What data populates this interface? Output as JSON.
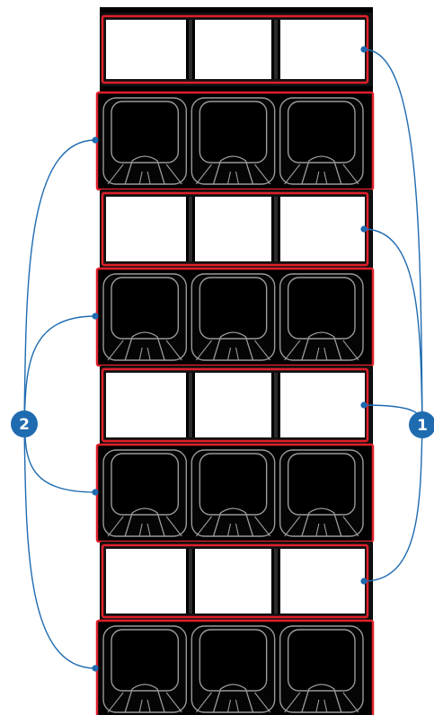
{
  "colors": {
    "frame": "#000000",
    "frame_edge": "#2a2a2a",
    "panel_fill": "#ffffff",
    "highlight": "#e0202a",
    "button_outline": "#9a9a9a",
    "callout": "#1f6bb0",
    "callout_text": "#ffffff"
  },
  "rows": [
    {
      "type": "lcd-display-strip",
      "columns": 3
    },
    {
      "type": "key-button-row",
      "columns": 3
    },
    {
      "type": "lcd-display-strip",
      "columns": 3
    },
    {
      "type": "key-button-row",
      "columns": 3
    },
    {
      "type": "lcd-display-strip",
      "columns": 3
    },
    {
      "type": "key-button-row",
      "columns": 3
    },
    {
      "type": "lcd-display-strip",
      "columns": 3
    },
    {
      "type": "key-button-row",
      "columns": 3
    }
  ],
  "callouts": [
    {
      "label": "1",
      "icon": "numbered-badge",
      "points_to": "lcd-display-strip"
    },
    {
      "label": "2",
      "icon": "numbered-badge",
      "points_to": "key-button-row"
    }
  ]
}
